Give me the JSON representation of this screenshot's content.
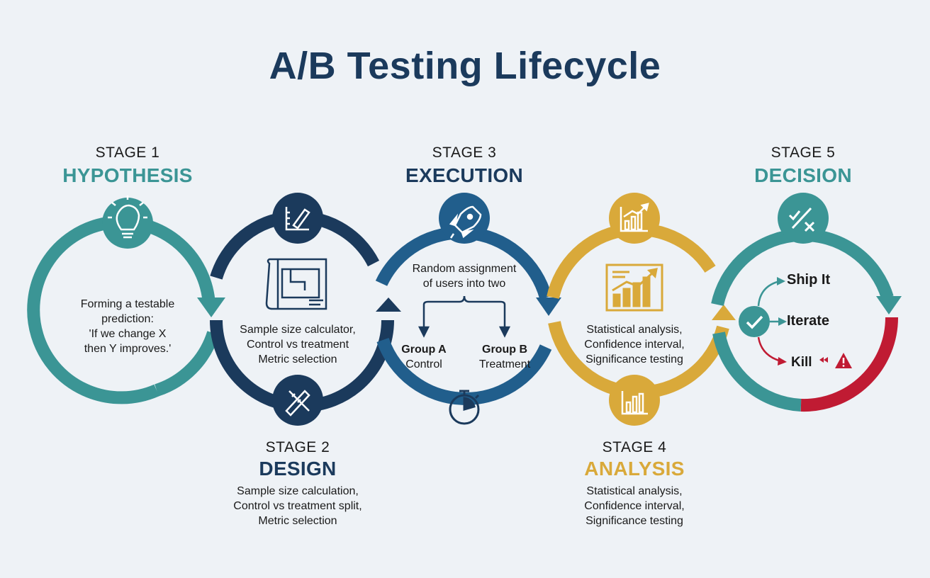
{
  "title": "A/B Testing Lifecycle",
  "colors": {
    "teal": "#3b9595",
    "navy": "#1b3a5c",
    "blue": "#215e8c",
    "gold": "#d9a93a",
    "red": "#c01b33",
    "background": "#eef2f6"
  },
  "stages": [
    {
      "label": "STAGE 1",
      "name": "HYPOTHESIS",
      "icon": "lightbulb-icon",
      "lines": [
        "Forming a testable",
        "prediction:",
        "'If we change X",
        "then Y improves.'"
      ]
    },
    {
      "label": "STAGE 2",
      "name": "DESIGN",
      "icon": "blueprint-icon",
      "top_icon": "ruler-pencil-icon",
      "bottom_icon": "pencil-ruler-icon",
      "inner_lines": [
        "Sample size calculator,",
        "Control vs treatment",
        "Metric selection"
      ],
      "lines": [
        "Sample size calculation,",
        "Control vs treatment split,",
        "Metric selection"
      ]
    },
    {
      "label": "STAGE 3",
      "name": "EXECUTION",
      "icon": "rocket-icon",
      "bottom_icon": "stopwatch-icon",
      "lines": [
        "Random assignment",
        "of users into two"
      ],
      "groups": [
        {
          "name": "Group A",
          "role": "Control"
        },
        {
          "name": "Group B",
          "role": "Treatment"
        }
      ]
    },
    {
      "label": "STAGE 4",
      "name": "ANALYSIS",
      "icon": "bar-chart-icon",
      "inner_lines": [
        "Statistical analysis,",
        "Confidence interval,",
        "Significance testing"
      ],
      "lines": [
        "Statistical analysis,",
        "Confidence interval,",
        "Significance testing"
      ]
    },
    {
      "label": "STAGE 5",
      "name": "DECISION",
      "icon": "percent-icon",
      "options": [
        "Ship It",
        "Iterate",
        "Kill"
      ]
    }
  ]
}
